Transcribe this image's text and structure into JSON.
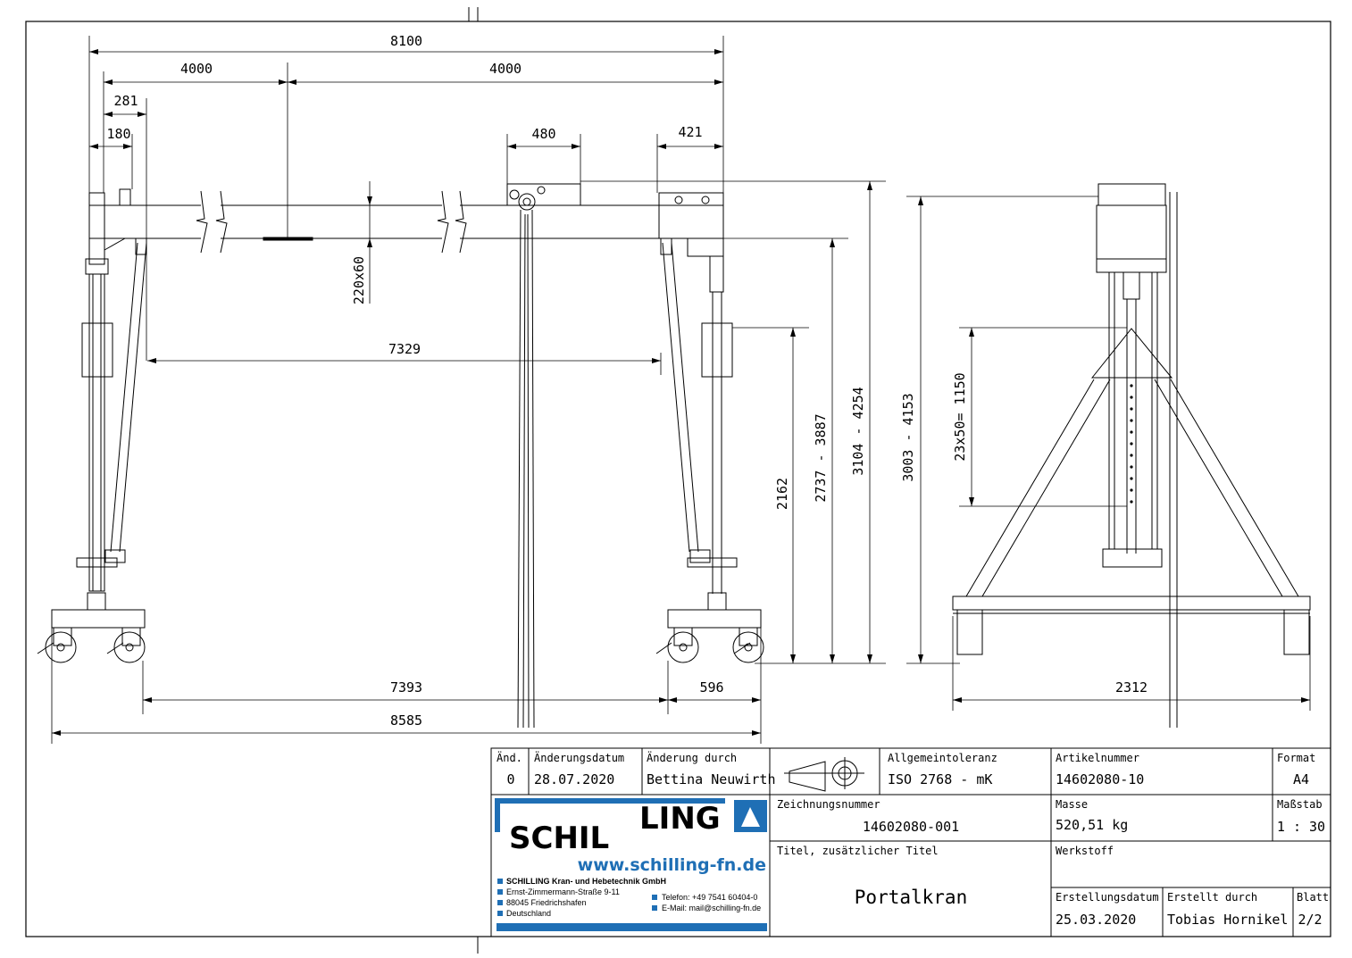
{
  "dimensions": {
    "overall_width": "8100",
    "half_left": "4000",
    "half_right": "4000",
    "d281": "281",
    "d180": "180",
    "d480": "480",
    "d421": "421",
    "profile": "220x60",
    "inner_width": "7329",
    "height_2162": "2162",
    "height_2737": "2737 - 3887",
    "height_3104": "3104 - 4254",
    "height_3003": "3003 - 4153",
    "holes": "23x50= 1150",
    "wheel_base": "7393",
    "d596": "596",
    "total_length": "8585",
    "side_width": "2312"
  },
  "title_block": {
    "rev_label": "Änd.",
    "rev_value": "0",
    "change_date_label": "Änderungsdatum",
    "change_date": "28.07.2020",
    "changed_by_label": "Änderung durch",
    "changed_by": "Bettina Neuwirth",
    "tolerance_label": "Allgemeintoleranz",
    "tolerance": "ISO 2768 - mK",
    "article_label": "Artikelnummer",
    "article": "14602080-10",
    "format_label": "Format",
    "format": "A4",
    "drawing_no_label": "Zeichnungsnummer",
    "drawing_no": "14602080-001",
    "mass_label": "Masse",
    "mass": "520,51 kg",
    "scale_label": "Maßstab",
    "scale": "1 : 30",
    "title_label": "Titel, zusätzlicher Titel",
    "title": "Portalkran",
    "material_label": "Werkstoff",
    "created_date_label": "Erstellungsdatum",
    "created_date": "25.03.2020",
    "created_by_label": "Erstellt durch",
    "created_by": "Tobias Hornikel",
    "sheet_label": "Blatt",
    "sheet": "2/2"
  },
  "company": {
    "logo_part1": "SCHIL",
    "logo_part2": "LING",
    "website": "www.schilling-fn.de",
    "name": "SCHILLING Kran- und Hebetechnik GmbH",
    "street": "Ernst-Zimmermann-Straße 9-11",
    "city": "88045 Friedrichshafen",
    "country": "Deutschland",
    "phone": "Telefon: +49 7541 60404-0",
    "email": "E-Mail: mail@schilling-fn.de",
    "brand_color": "#1f6fb5"
  }
}
